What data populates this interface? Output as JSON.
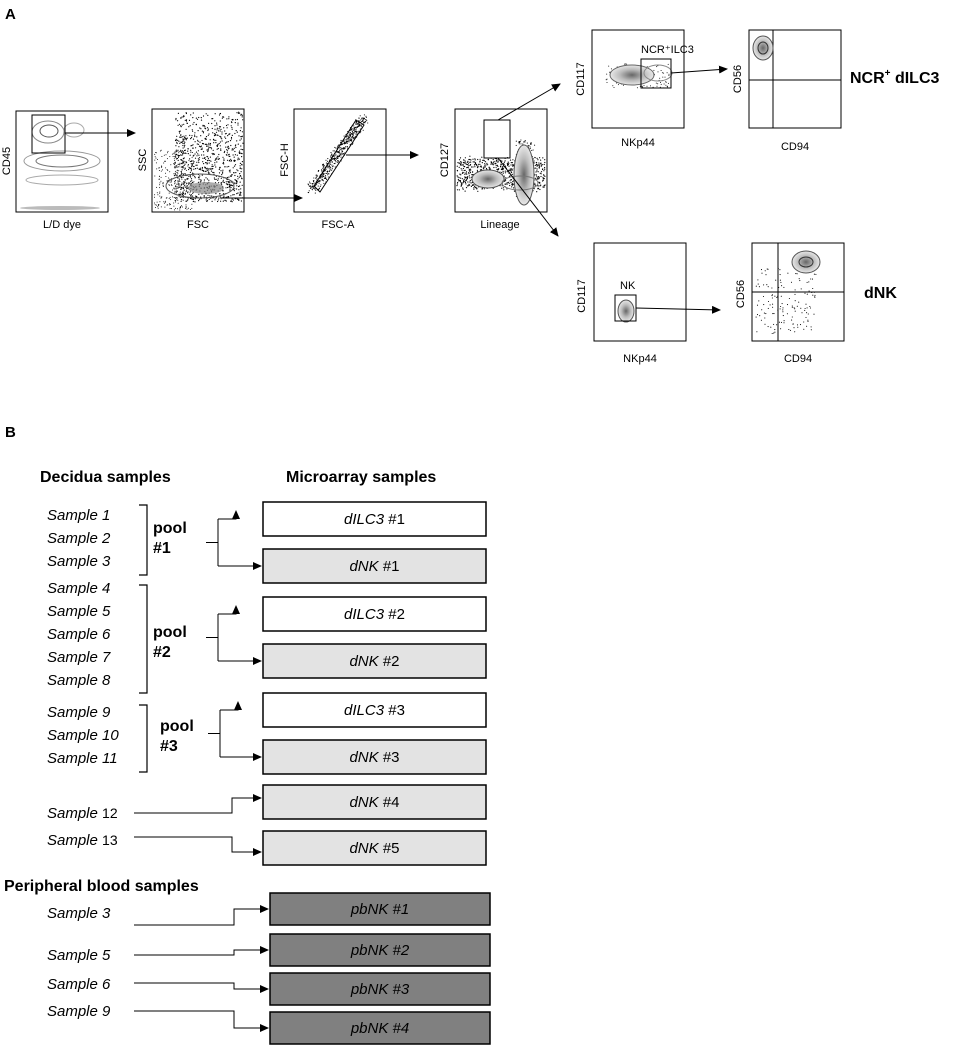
{
  "panels": {
    "A": {
      "label": "A",
      "plots": [
        {
          "id": "cd45-ld",
          "x_axis": "L/D dye",
          "y_axis": "CD45"
        },
        {
          "id": "ssc-fsc",
          "x_axis": "FSC",
          "y_axis": "SSC"
        },
        {
          "id": "fsch-fsca",
          "x_axis": "FSC-A",
          "y_axis": "FSC-H"
        },
        {
          "id": "cd127-lineage",
          "x_axis": "Lineage",
          "y_axis": "CD127"
        },
        {
          "id": "ilc3-gate",
          "x_axis": "NKp44",
          "y_axis": "CD117",
          "gate_label": "NCR⁺ILC3"
        },
        {
          "id": "ilc3-quad",
          "x_axis": "CD94",
          "y_axis": "CD56"
        },
        {
          "id": "nk-gate",
          "x_axis": "NKp44",
          "y_axis": "CD117",
          "gate_label": "NK"
        },
        {
          "id": "nk-quad",
          "x_axis": "CD94",
          "y_axis": "CD56"
        }
      ],
      "populations": {
        "ilc3": {
          "main": "NCR",
          "sup": "+",
          "rest": " dILC3"
        },
        "nk": "dNK"
      }
    },
    "B": {
      "label": "B",
      "headers": {
        "decidua": "Decidua samples",
        "microarray": "Microarray samples",
        "peripheral": "Peripheral blood samples"
      },
      "pools": [
        {
          "label1": "pool",
          "label2": "#1",
          "samples": [
            "Sample 1",
            "Sample 2",
            "Sample 3"
          ],
          "outputs": [
            {
              "name": "dILC3",
              "num": " #1",
              "type": "ilc3"
            },
            {
              "name": "dNK",
              "num": " #1",
              "type": "dnk"
            }
          ]
        },
        {
          "label1": "pool",
          "label2": "#2",
          "samples": [
            "Sample 4",
            "Sample 5",
            "Sample 6",
            "Sample 7",
            "Sample 8"
          ],
          "outputs": [
            {
              "name": "dILC3",
              "num": " #2",
              "type": "ilc3"
            },
            {
              "name": "dNK",
              "num": " #2",
              "type": "dnk"
            }
          ]
        },
        {
          "label1": "pool",
          "label2": "#3",
          "samples": [
            "Sample 9",
            "Sample 10",
            "Sample 11"
          ],
          "outputs": [
            {
              "name": "dILC3",
              "num": " #3",
              "type": "ilc3"
            },
            {
              "name": "dNK",
              "num": " #3",
              "type": "dnk"
            }
          ]
        }
      ],
      "singles": [
        {
          "sample_prefix": "Sample ",
          "sample_num": "12",
          "output_name": "dNK",
          "output_num": " #4"
        },
        {
          "sample_prefix": "Sample ",
          "sample_num": "13",
          "output_name": "dNK",
          "output_num": " #5"
        }
      ],
      "blood": [
        {
          "sample": "Sample 3",
          "output": "pbNK #1"
        },
        {
          "sample": "Sample 5",
          "output": "pbNK #2"
        },
        {
          "sample": "Sample 6",
          "output": "pbNK #3"
        },
        {
          "sample": "Sample 9",
          "output": "pbNK #4"
        }
      ]
    }
  },
  "colors": {
    "ilc3_box": "#ffffff",
    "dnk_box": "#e3e3e3",
    "pbnk_box": "#808080"
  }
}
